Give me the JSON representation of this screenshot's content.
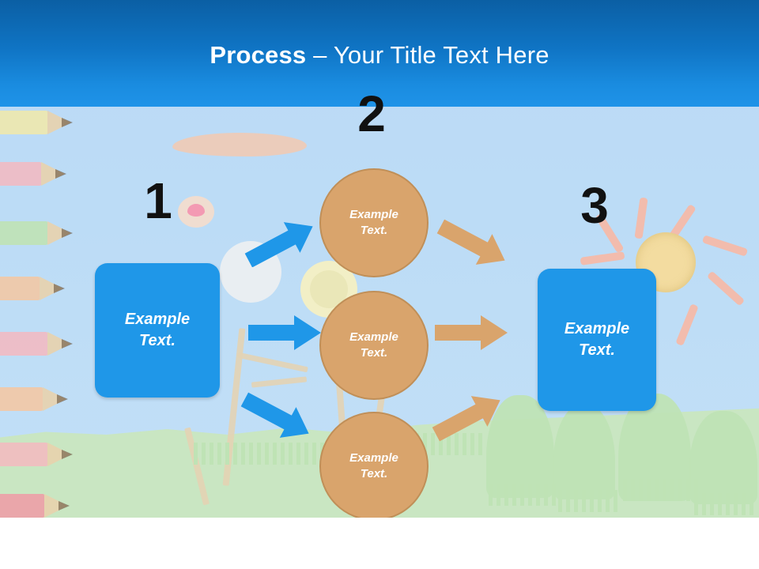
{
  "slide": {
    "title_bold": "Process",
    "title_rest": " – Your Title Text Here",
    "title_full": "Process – Your Title Text Here",
    "colors": {
      "header_blue_dark": "#0b5fa4",
      "header_blue_light": "#1f93e8",
      "box_blue": "#1f97e8",
      "circle_tan": "#d9a46c",
      "arrow_blue": "#1f97e8",
      "arrow_tan": "#d9a46c",
      "sky": "#bcd9f5",
      "ground_green": "#c9e6c2",
      "number_black": "#111111"
    }
  },
  "diagram": {
    "steps": [
      {
        "number": "1",
        "label": "Example\nText."
      },
      {
        "number": "2",
        "label": "Example\nText."
      },
      {
        "number": "3",
        "label": "Example\nText."
      }
    ],
    "left_box": {
      "line1": "Example",
      "line2": "Text."
    },
    "middle_circles": [
      {
        "line1": "Example",
        "line2": "Text."
      },
      {
        "line1": "Example",
        "line2": "Text."
      },
      {
        "line1": "Example",
        "line2": "Text."
      }
    ],
    "right_box": {
      "line1": "Example",
      "line2": "Text."
    },
    "numbers": {
      "one": "1",
      "two": "2",
      "three": "3"
    },
    "arrows": {
      "blue_up": "arrow-up-right-blue",
      "blue_straight": "arrow-right-blue",
      "blue_down": "arrow-down-right-blue",
      "tan_down": "arrow-down-right-tan",
      "tan_straight": "arrow-right-tan",
      "tan_up": "arrow-up-right-tan"
    }
  }
}
